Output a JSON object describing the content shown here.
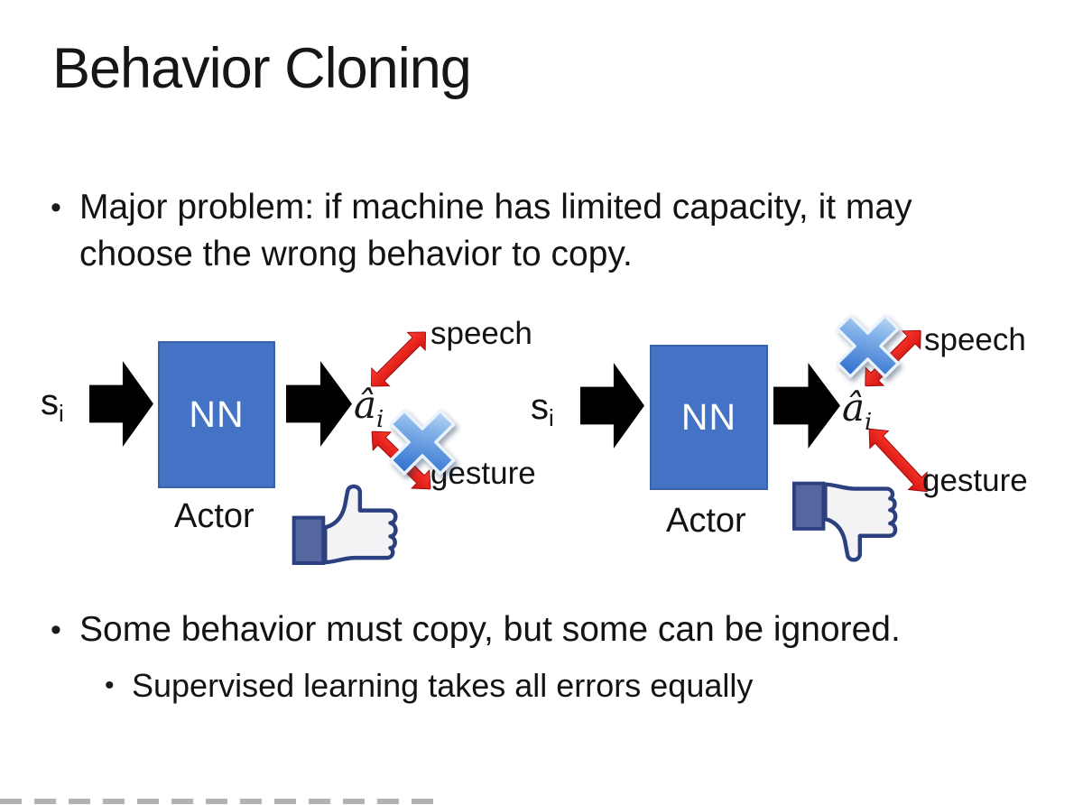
{
  "slide": {
    "title": "Behavior Cloning",
    "bullet_glyph": "•",
    "top_bullet": "Major problem: if machine has limited capacity, it may choose the wrong behavior to copy.",
    "bottom_bullet": "Some behavior must copy, but some can be ignored.",
    "bottom_sub_bullet": "Supervised learning takes all errors equally"
  },
  "diagram": {
    "left": {
      "input": "s",
      "input_sub": "i",
      "nn_label": "NN",
      "output": "â",
      "output_sub": "i",
      "actor": "Actor",
      "speech": "speech",
      "gesture": "gesture",
      "crossed_branch": "gesture",
      "feedback_icon": "thumbs-up"
    },
    "right": {
      "input": "s",
      "input_sub": "i",
      "nn_label": "NN",
      "output": "â",
      "output_sub": "i",
      "actor": "Actor",
      "speech": "speech",
      "gesture": "gesture",
      "crossed_branch": "speech",
      "feedback_icon": "thumbs-down"
    }
  },
  "colors": {
    "nn_box_fill": "#4472C4",
    "nn_box_border": "#3A62A8",
    "block_arrow": "#000000",
    "branch_arrow_red": "#E8201E",
    "cross_blue": "#4D8FD6",
    "thumb_outline": "#2C4080",
    "thumb_cuff": "#56679F",
    "thumb_hand": "#F3F3F5"
  }
}
